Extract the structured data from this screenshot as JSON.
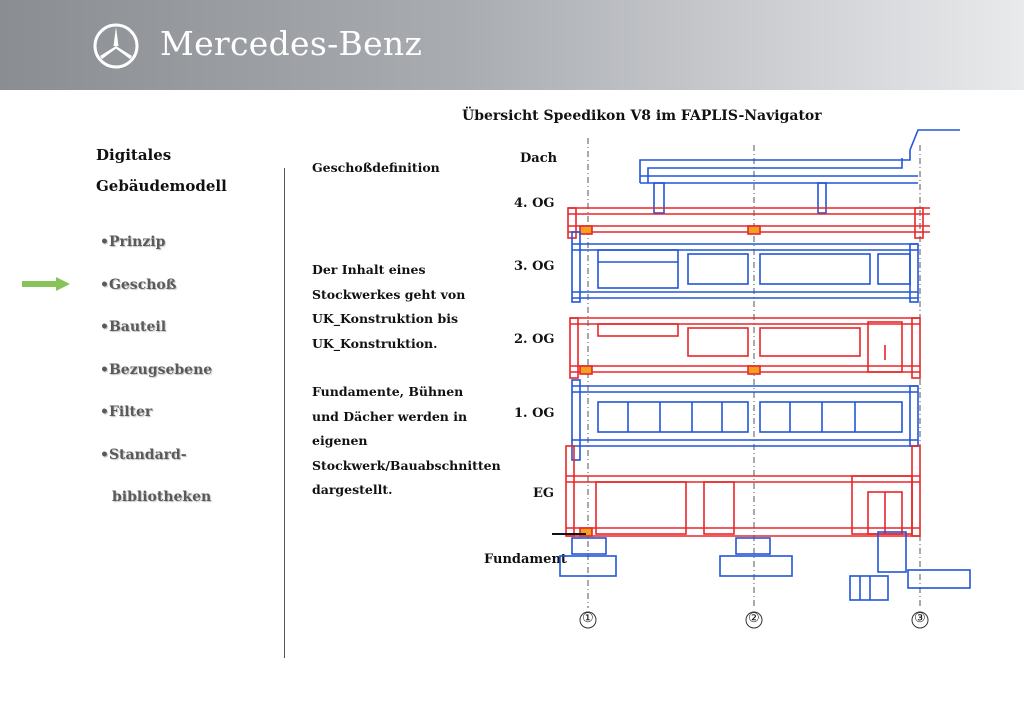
{
  "header": {
    "brand": "Mercedes-Benz",
    "logo_icon": "mercedes-star-icon"
  },
  "left": {
    "title_line1": "Digitales",
    "title_line2": "Gebäudemodell",
    "active_arrow_icon": "green-arrow-icon",
    "items": [
      {
        "label": "•Prinzip"
      },
      {
        "label": "•Geschoß"
      },
      {
        "label": "•Bauteil"
      },
      {
        "label": "•Bezugsebene"
      },
      {
        "label": "•Filter"
      },
      {
        "label": "•Standard-"
      },
      {
        "label": "bibliotheken"
      }
    ]
  },
  "middle": {
    "title": "Geschoßdefinition",
    "para1": "Der Inhalt eines Stockwerkes geht von UK_Konstruktion bis UK_Konstruktion.",
    "para2": "Fundamente, Bühnen und Dächer werden in eigenen Stockwerk/Bauabschnitten dargestellt."
  },
  "diagram": {
    "title": "Übersicht Speedikon V8 im FAPLIS-Navigator",
    "levels": [
      "Dach",
      "4. OG",
      "3. OG",
      "2. OG",
      "1. OG",
      "EG",
      "Fundament"
    ],
    "axes": [
      "①",
      "②",
      "③"
    ],
    "colors": {
      "red": "#e8262a",
      "blue": "#2255d8",
      "gray": "#777777"
    }
  }
}
